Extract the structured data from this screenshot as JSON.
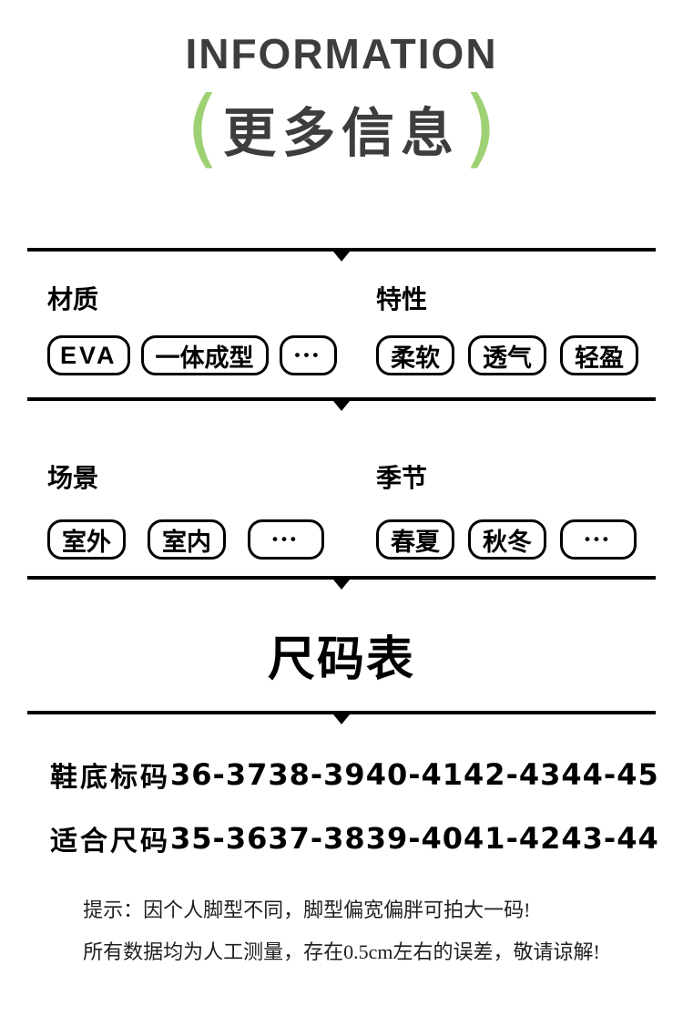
{
  "header": {
    "title_en": "INFORMATION",
    "title_cn": "更多信息",
    "paren_left": "(",
    "paren_right": ")",
    "accent_color": "#9ed173"
  },
  "sections": [
    {
      "left": {
        "label": "材质",
        "pills": [
          "EVA",
          "一体成型",
          "•••"
        ]
      },
      "right": {
        "label": "特性",
        "pills": [
          "柔软",
          "透气",
          "轻盈"
        ]
      }
    },
    {
      "left": {
        "label": "场景",
        "pills": [
          "室外",
          "室内",
          "•••"
        ]
      },
      "right": {
        "label": "季节",
        "pills": [
          "春夏",
          "秋冬",
          "•••"
        ]
      }
    }
  ],
  "size_chart": {
    "title": "尺码表",
    "rows": [
      {
        "label": "鞋底标码",
        "values": [
          "36-37",
          "38-39",
          "40-41",
          "42-43",
          "44-45"
        ]
      },
      {
        "label": "适合尺码",
        "values": [
          "35-36",
          "37-38",
          "39-40",
          "41-42",
          "43-44"
        ]
      }
    ],
    "notes": [
      "提示：因个人脚型不同，脚型偏宽偏胖可拍大一码!",
      "所有数据均为人工测量，存在0.5cm左右的误差，敬请谅解!"
    ]
  }
}
